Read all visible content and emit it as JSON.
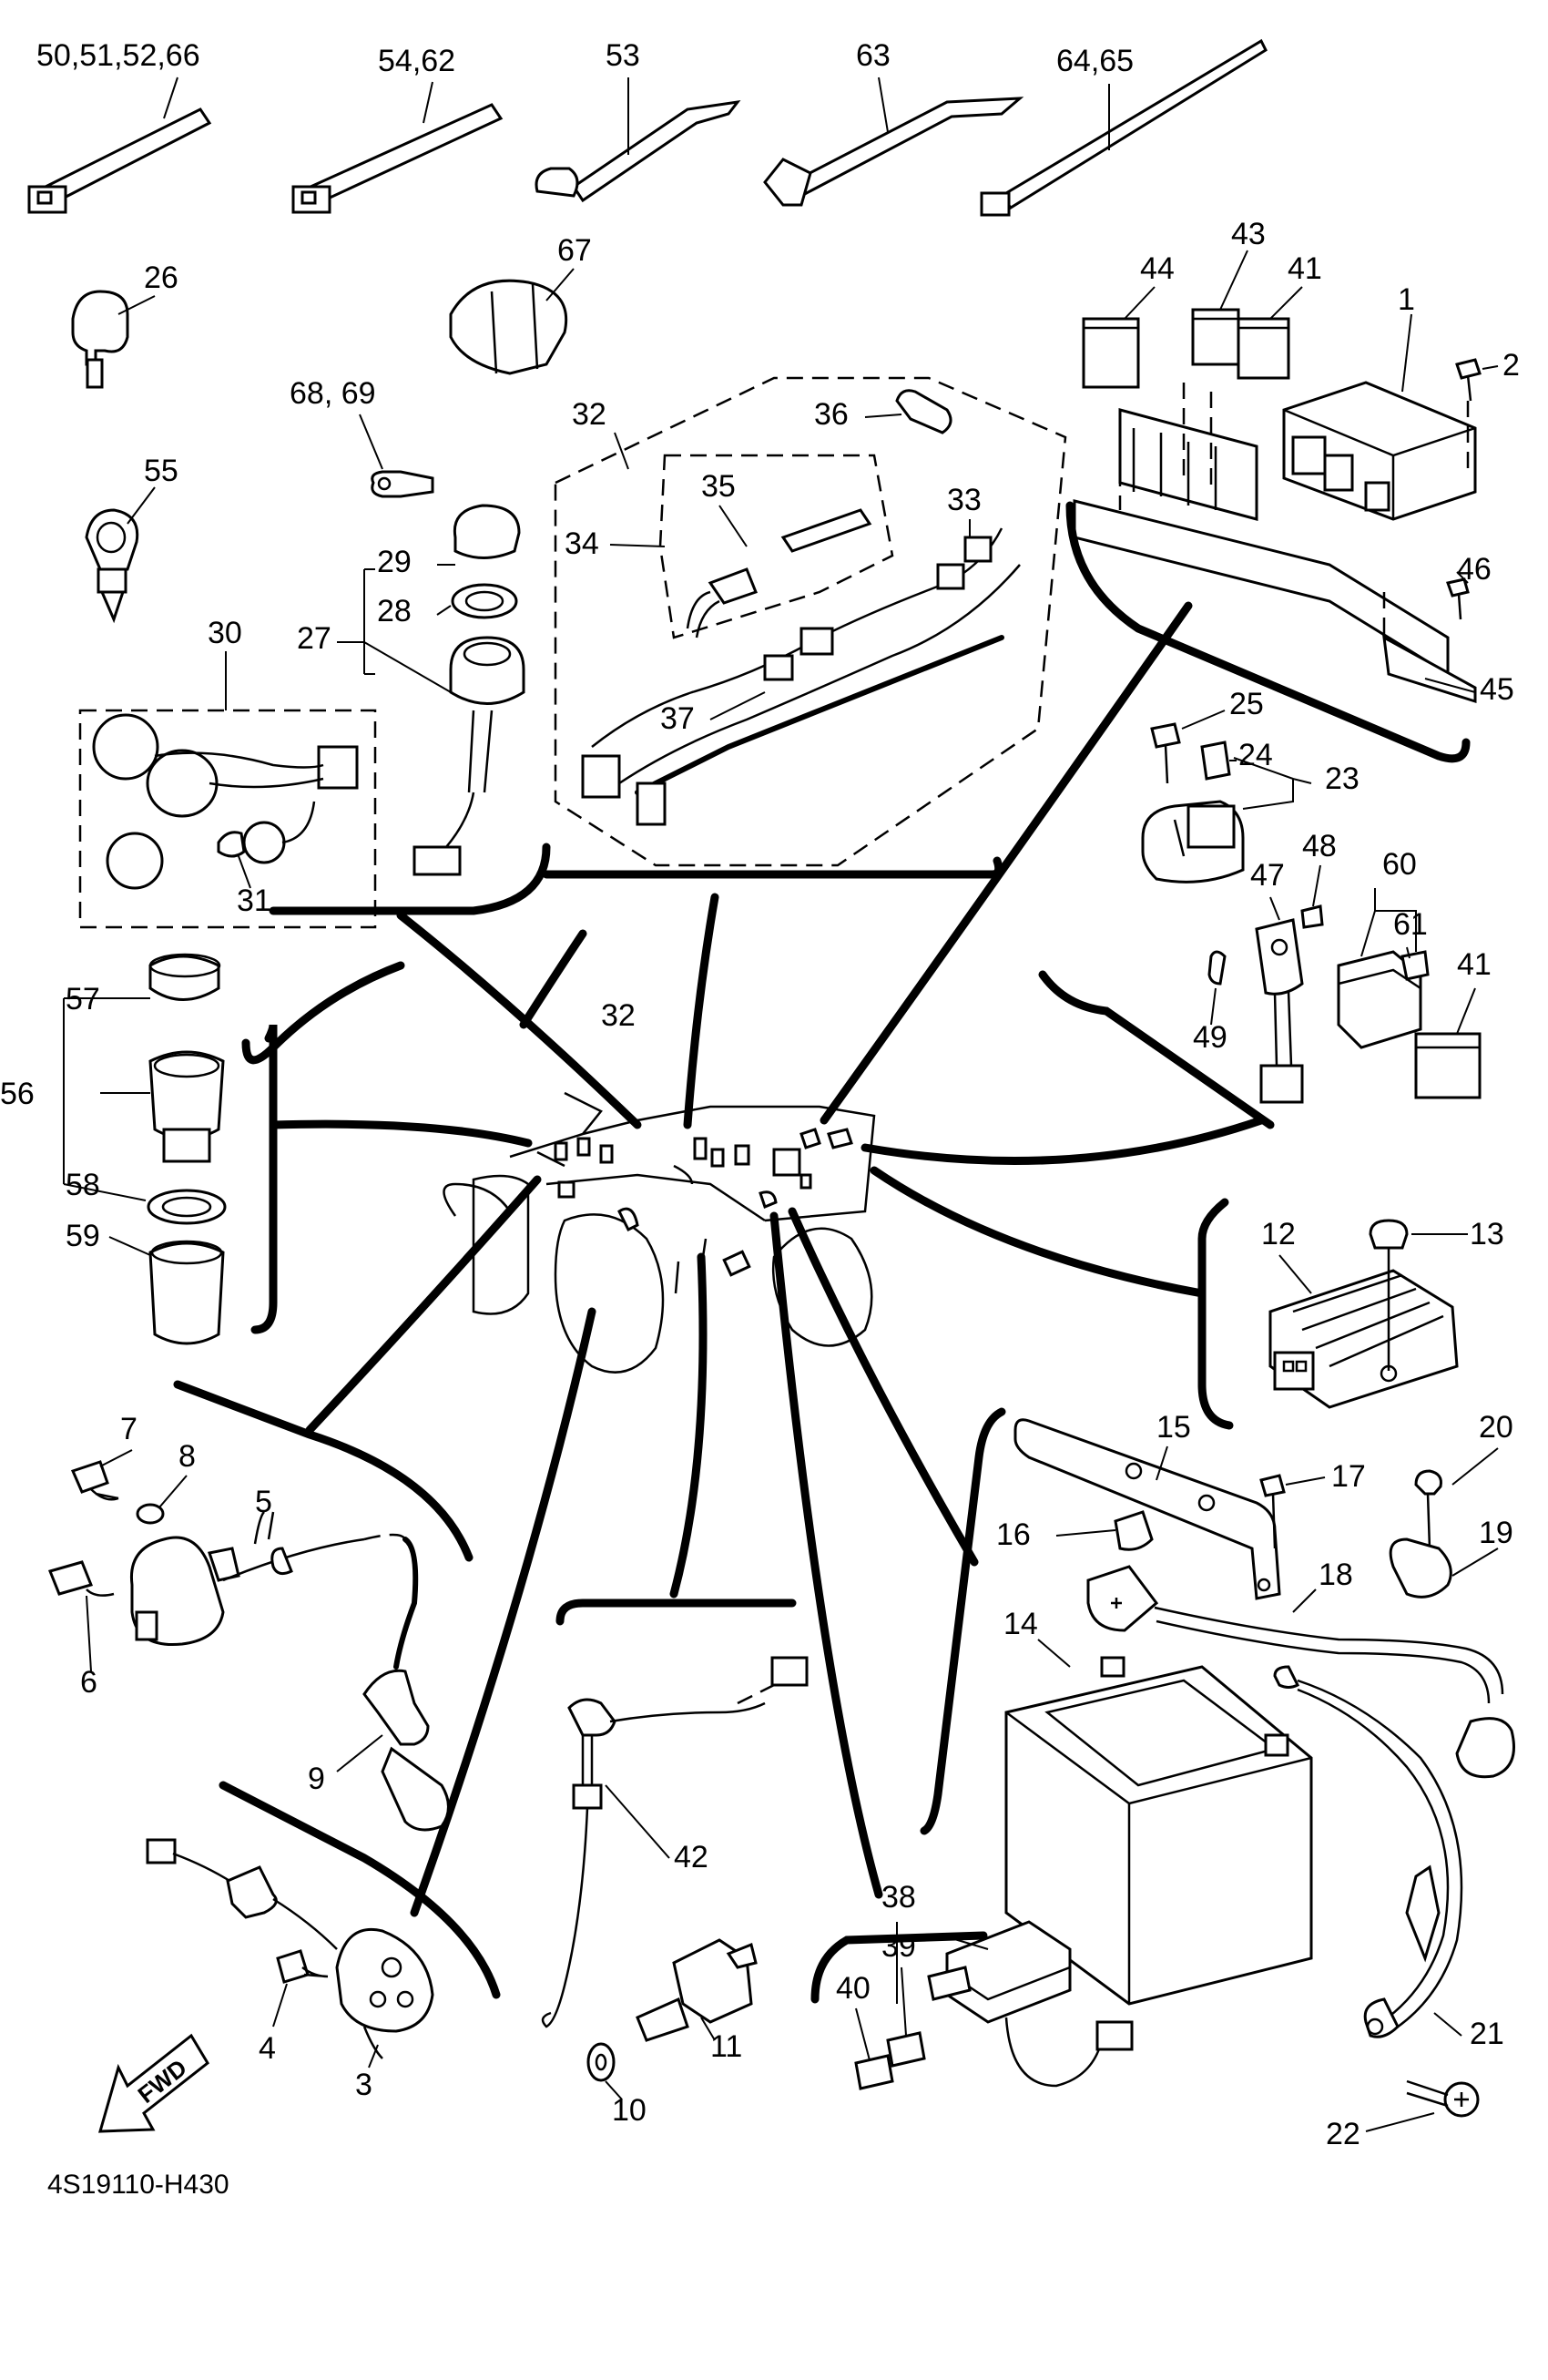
{
  "diagram": {
    "ref_code": "4S19110-H430",
    "fwd_label": "FWD",
    "labels": [
      "50,51,52,66",
      "54,62",
      "53",
      "63",
      "64,65",
      "26",
      "67",
      "68, 69",
      "55",
      "32",
      "36",
      "35",
      "34",
      "33",
      "37",
      "44",
      "43",
      "41",
      "1",
      "2",
      "46",
      "45",
      "29",
      "28",
      "27",
      "30",
      "31",
      "25",
      "24",
      "23",
      "48",
      "47",
      "60",
      "61",
      "41",
      "49",
      "57",
      "56",
      "58",
      "59",
      "32",
      "12",
      "13",
      "7",
      "8",
      "5",
      "6",
      "9",
      "15",
      "17",
      "20",
      "16",
      "19",
      "18",
      "14",
      "42",
      "38",
      "39",
      "40",
      "11",
      "10",
      "4",
      "3",
      "21",
      "22"
    ]
  }
}
